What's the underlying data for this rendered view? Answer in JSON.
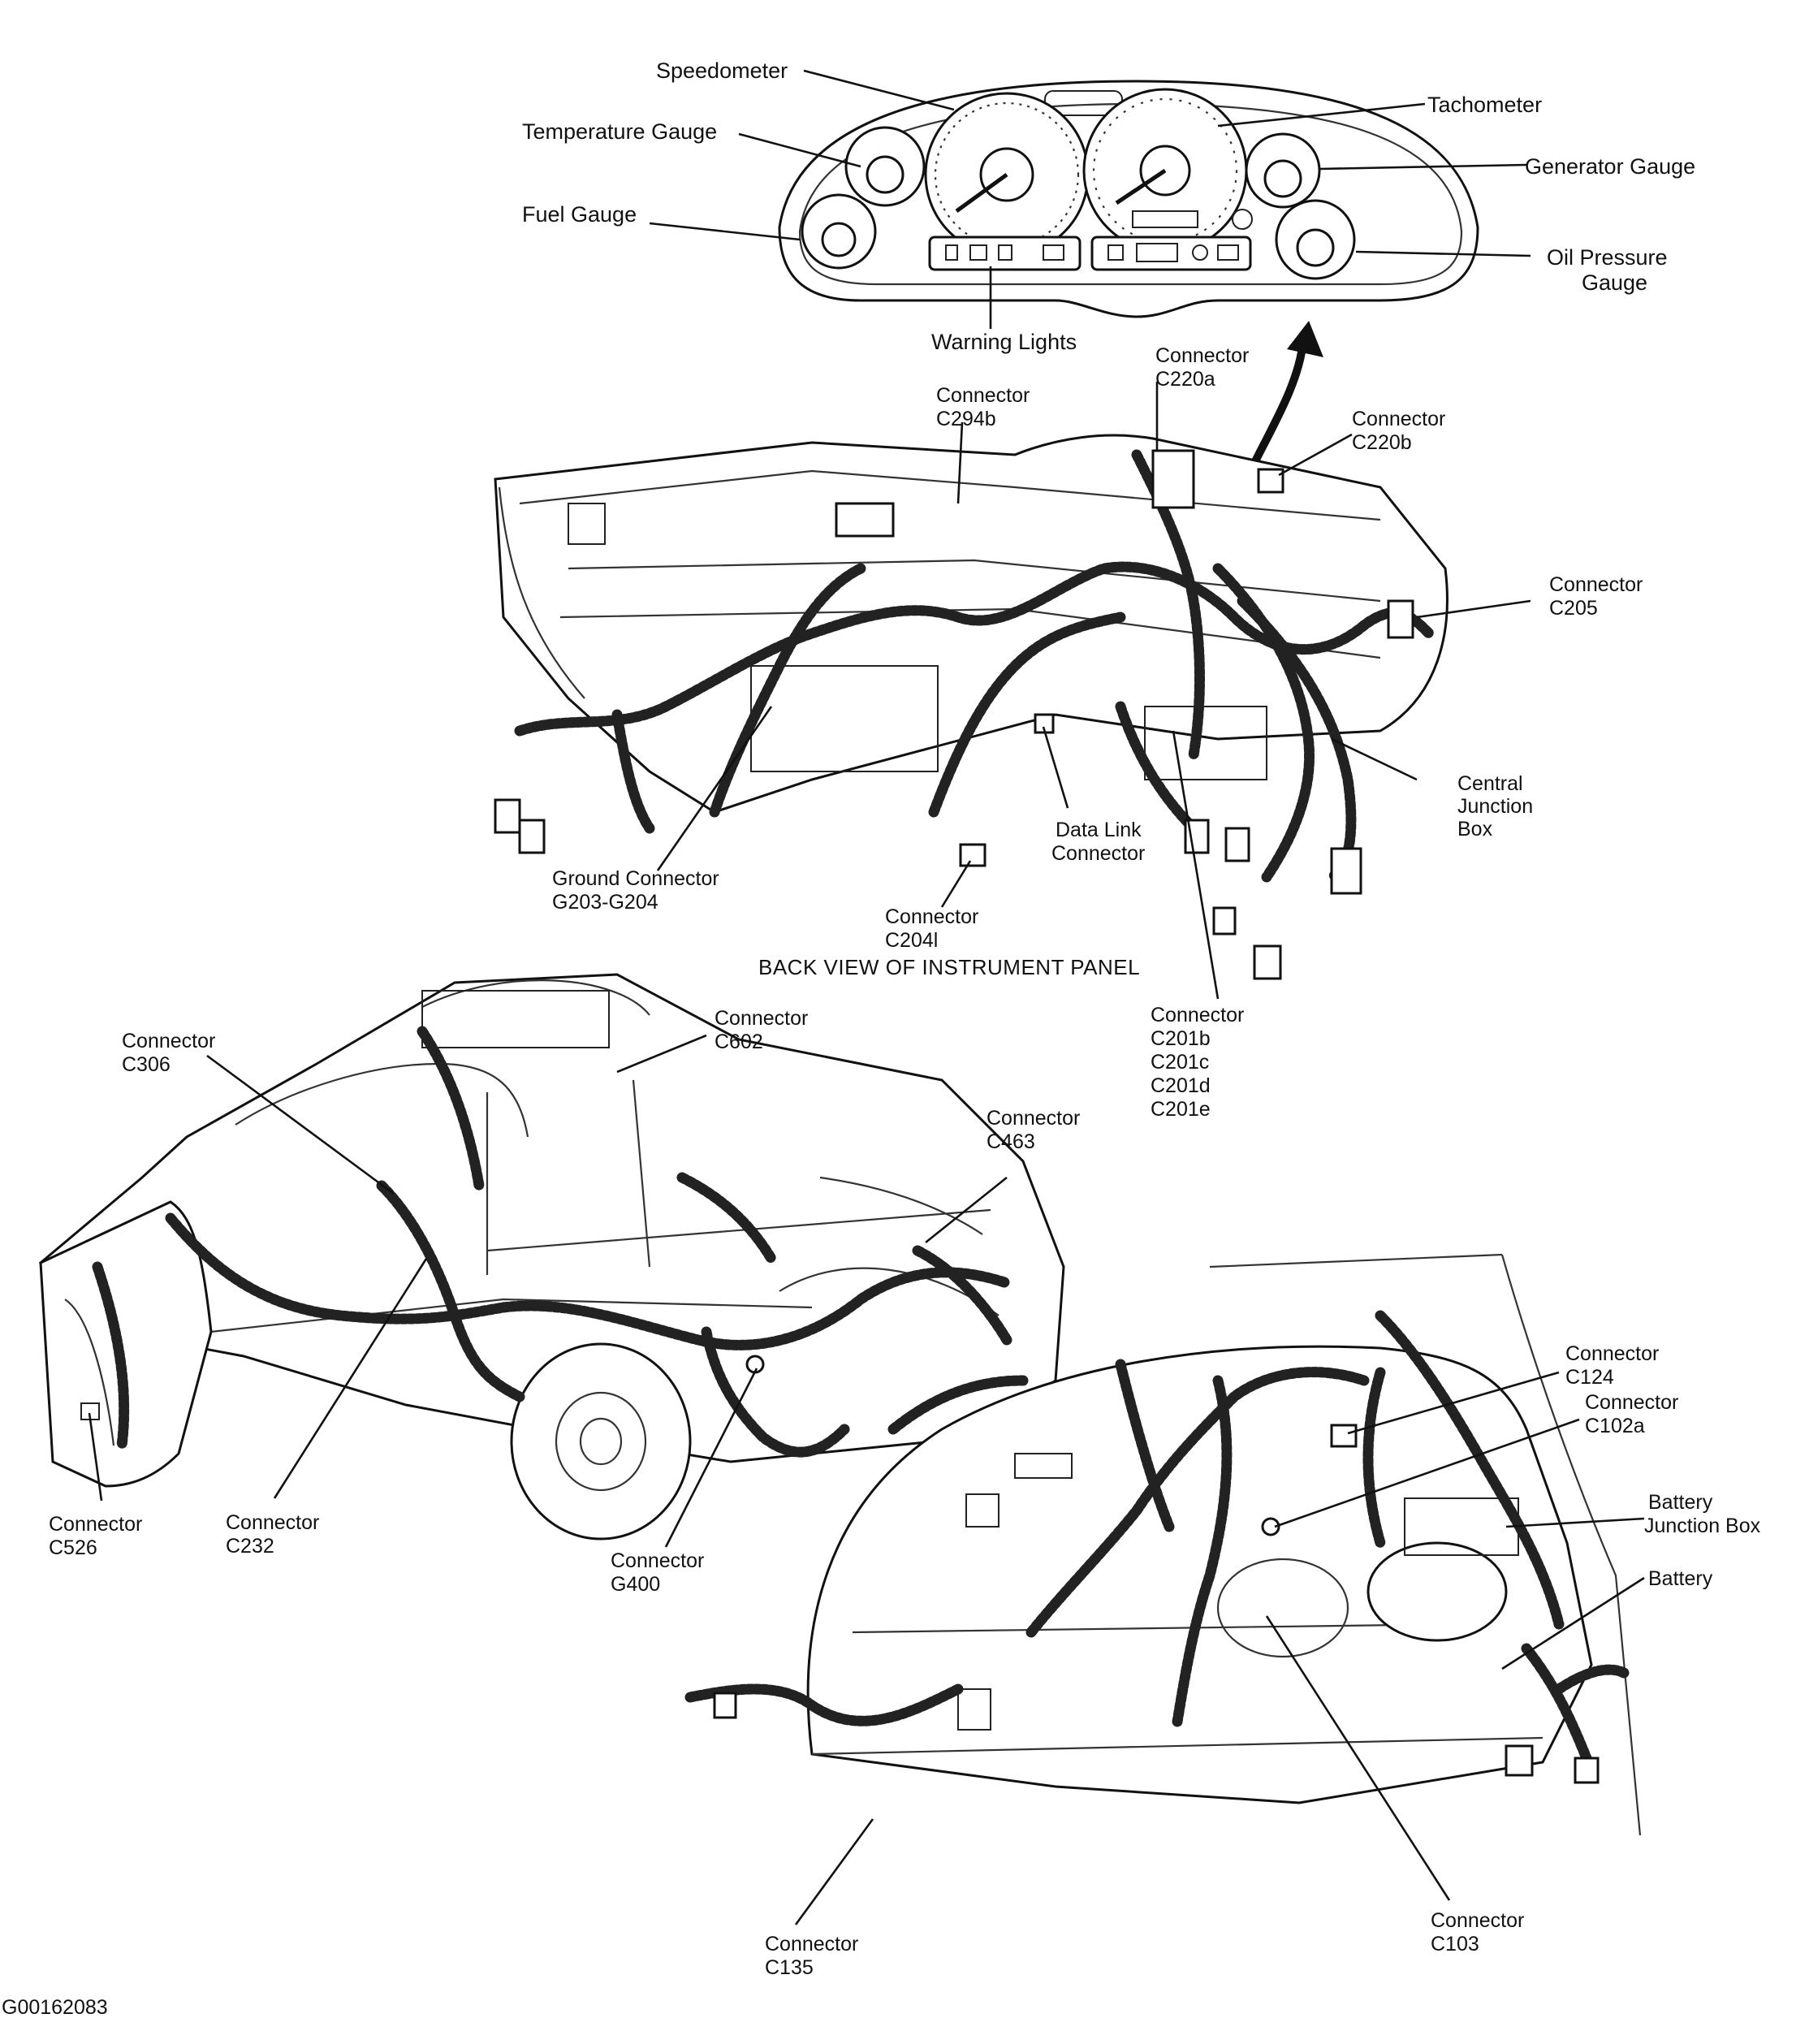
{
  "labels": {
    "speedometer": "Speedometer",
    "temperature_gauge": "Temperature Gauge",
    "fuel_gauge": "Fuel Gauge",
    "tachometer": "Tachometer",
    "generator_gauge": "Generator Gauge",
    "oil_pressure_gauge": [
      "Oil Pressure",
      "Gauge"
    ],
    "warning_lights": "Warning Lights",
    "connector_c220a": [
      "Connector",
      "C220a"
    ],
    "connector_c294b": [
      "Connector",
      "C294b"
    ],
    "connector_c220b": [
      "Connector",
      "C220b"
    ],
    "connector_c205": [
      "Connector",
      "C205"
    ],
    "central_junction_box": [
      "Central",
      "Junction",
      "Box"
    ],
    "data_link_connector": [
      "Data Link",
      "Connector"
    ],
    "ground_connector": [
      "Ground Connector",
      "G203-G204"
    ],
    "connector_c204l": [
      "Connector",
      "C204l"
    ],
    "connector_c201": [
      "Connector",
      "C201b",
      "C201c",
      "C201d",
      "C201e"
    ],
    "connector_c306": [
      "Connector",
      "C306"
    ],
    "connector_c602": [
      "Connector",
      "C602"
    ],
    "connector_c463": [
      "Connector",
      "C463"
    ],
    "connector_c124": [
      "Connector",
      "C124"
    ],
    "connector_c102a": [
      "Connector",
      "C102a"
    ],
    "battery_junction_box": [
      "Battery",
      "Junction Box"
    ],
    "battery": "Battery",
    "connector_c526": [
      "Connector",
      "C526"
    ],
    "connector_c232": [
      "Connector",
      "C232"
    ],
    "connector_g400": [
      "Connector",
      "G400"
    ],
    "connector_c103": [
      "Connector",
      "C103"
    ],
    "connector_c135": [
      "Connector",
      "C135"
    ]
  },
  "panel_caption": "BACK VIEW OF INSTRUMENT PANEL",
  "figure_id": "G00162083"
}
